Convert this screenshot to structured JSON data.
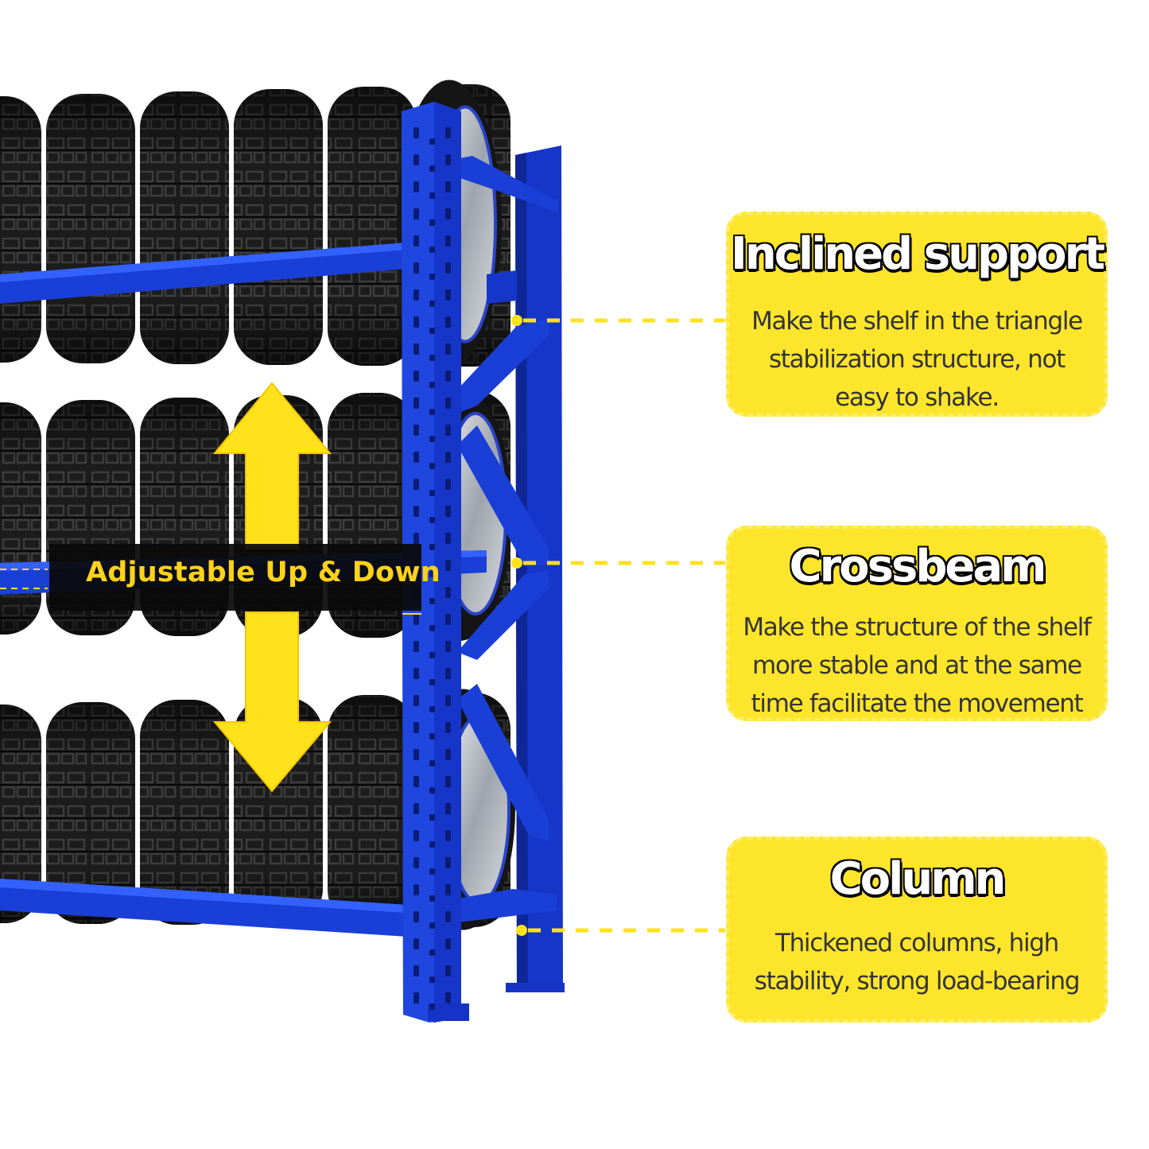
{
  "colors": {
    "rack_blue": "#1a3fd6",
    "accent_yellow": "#fde52c",
    "arrow_yellow": "#ffe21c",
    "tire_black": "#1a1a1a",
    "label_bar": "#0a0a0a"
  },
  "adjust_label": "Adjustable Up & Down",
  "callouts": [
    {
      "title": "Inclined support",
      "lines": [
        "Make the shelf in the triangle",
        "stabilization structure, not",
        "easy to shake."
      ]
    },
    {
      "title": "Crossbeam",
      "lines": [
        "Make the structure of the shelf",
        "more stable and at the same",
        "time facilitate the movement"
      ]
    },
    {
      "title": "Column",
      "lines": [
        "Thickened columns, high",
        "stability, strong load-bearing"
      ]
    }
  ]
}
